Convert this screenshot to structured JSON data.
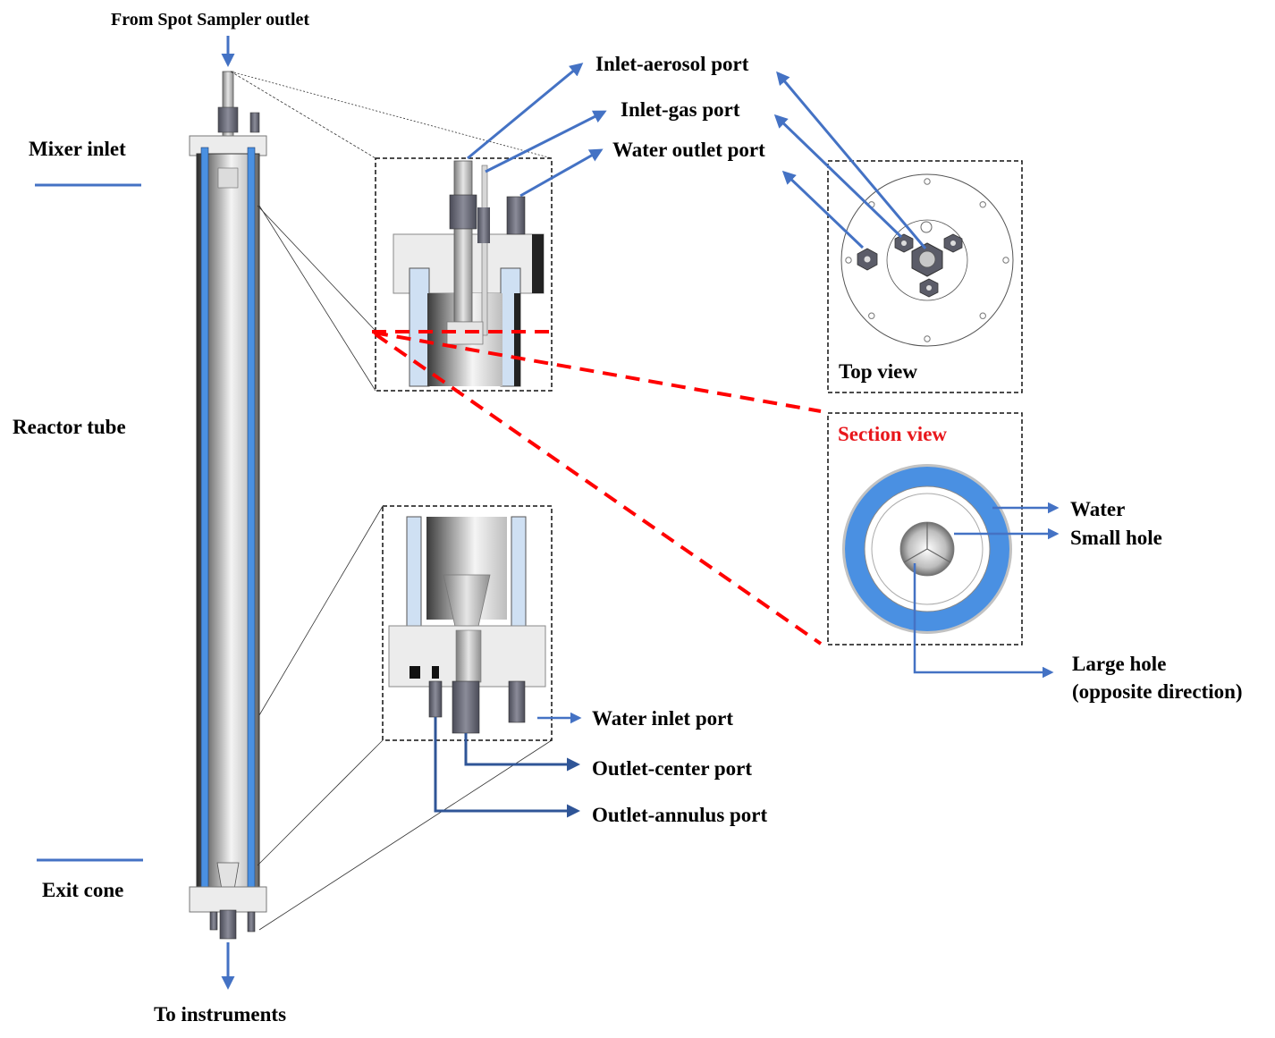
{
  "figure": {
    "type": "engineering-diagram",
    "subject": "reactor with mixer inlet, reactor tube and exit cone"
  },
  "colors": {
    "arrow_blue": "#4472c4",
    "arrow_dark_blue": "#2f5597",
    "water_blue": "#4a90e2",
    "section_red": "#ff0000",
    "label_black": "#000000"
  },
  "flow": {
    "inlet_label": "From Spot Sampler outlet",
    "outlet_label": "To instruments"
  },
  "sections": {
    "mixer_inlet": "Mixer inlet",
    "reactor_tube": "Reactor tube",
    "exit_cone": "Exit cone"
  },
  "top_detail": {
    "ports": [
      {
        "id": "inlet-aerosol",
        "label": "Inlet-aerosol port"
      },
      {
        "id": "inlet-gas",
        "label": "Inlet-gas port"
      },
      {
        "id": "water-outlet",
        "label": "Water outlet port"
      }
    ]
  },
  "top_view": {
    "title": "Top view",
    "bolt_count": 8
  },
  "section_view": {
    "title": "Section view",
    "callouts": [
      {
        "id": "water",
        "label": "Water"
      },
      {
        "id": "small-hole",
        "label": "Small hole"
      },
      {
        "id": "large-hole",
        "label_line1": "Large hole",
        "label_line2": "(opposite direction)"
      }
    ]
  },
  "bottom_detail": {
    "ports": [
      {
        "id": "water-inlet",
        "label": "Water inlet port"
      },
      {
        "id": "outlet-center",
        "label": "Outlet-center port"
      },
      {
        "id": "outlet-annulus",
        "label": "Outlet-annulus port"
      }
    ]
  }
}
